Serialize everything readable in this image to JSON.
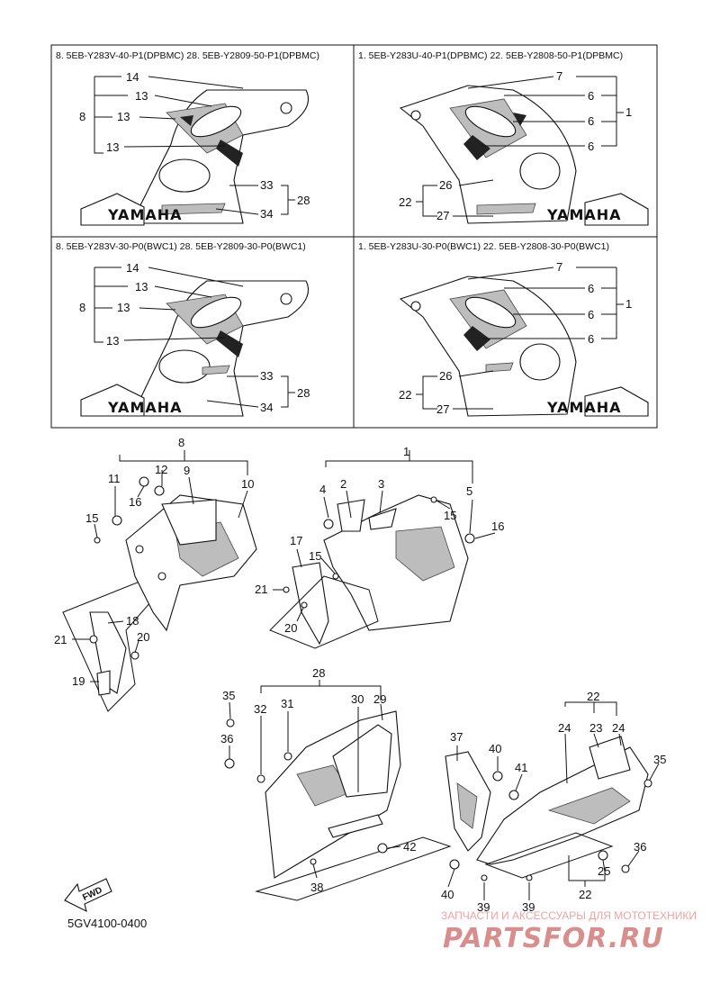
{
  "panels": [
    {
      "code": "8. 5EB-Y283V-40-P1(DPBMC)  28. 5EB-Y2809-50-P1(DPBMC)",
      "brand": "YAMAHA",
      "labels": [
        "14",
        "13",
        "8",
        "13",
        "13",
        "33",
        "28",
        "34"
      ]
    },
    {
      "code": "1. 5EB-Y283U-40-P1(DPBMC)  22. 5EB-Y2808-50-P1(DPBMC)",
      "brand": "YAMAHA",
      "labels": [
        "7",
        "6",
        "1",
        "6",
        "6",
        "26",
        "22",
        "27"
      ]
    },
    {
      "code": "8. 5EB-Y283V-30-P0(BWC1)  28. 5EB-Y2809-30-P0(BWC1)",
      "brand": "YAMAHA",
      "labels": [
        "14",
        "13",
        "8",
        "13",
        "13",
        "33",
        "28",
        "34"
      ]
    },
    {
      "code": "1. 5EB-Y283U-30-P0(BWC1)  22. 5EB-Y2808-30-P0(BWC1)",
      "brand": "YAMAHA",
      "labels": [
        "7",
        "6",
        "1",
        "6",
        "6",
        "26",
        "22",
        "27"
      ]
    }
  ],
  "callouts": {
    "upper_left": [
      "8",
      "11",
      "12",
      "9",
      "10",
      "16",
      "15",
      "18",
      "21",
      "20",
      "19"
    ],
    "upper_right": [
      "1",
      "2",
      "3",
      "4",
      "5",
      "15",
      "16",
      "17",
      "15",
      "21",
      "20"
    ],
    "lower_left": [
      "28",
      "35",
      "32",
      "31",
      "30",
      "29",
      "36",
      "42",
      "38"
    ],
    "lower_right": [
      "22",
      "24",
      "23",
      "24",
      "37",
      "40",
      "41",
      "35",
      "36",
      "25",
      "40",
      "39",
      "39",
      "22"
    ]
  },
  "fwd_label": "FWD",
  "figure_code": "5GV4100-0400",
  "watermark": {
    "subtitle": "ЗАПЧАСТИ И АКСЕССУАРЫ ДЛЯ МОТОТЕХНИКИ",
    "brand": "PARTSFOR.RU"
  }
}
